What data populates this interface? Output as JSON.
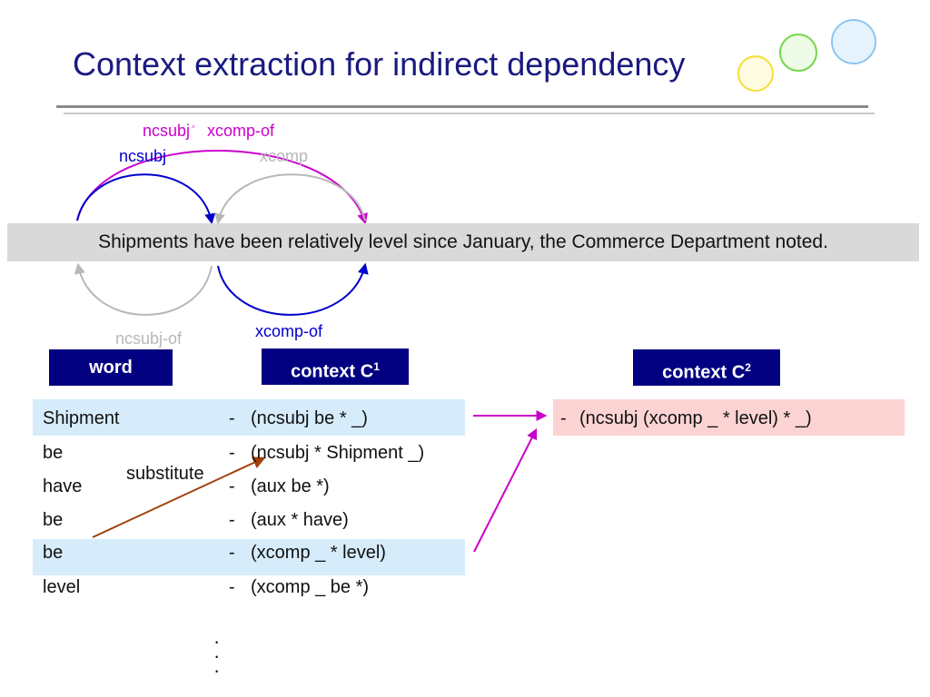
{
  "title": "Context extraction for indirect dependency",
  "sentence": "Shipments have been relatively level since January, the Commerce Department noted.",
  "arcs": {
    "combined_label_1": "ncsubj",
    "combined_sep": "◦",
    "combined_label_2": "xcomp-of",
    "ncsubj": "ncsubj",
    "xcomp": "xcomp",
    "ncsubj_of": "ncsubj-of",
    "xcomp_of": "xcomp-of"
  },
  "headers": {
    "word": "word",
    "context_c1": "context C",
    "context_c1_sup": "1",
    "context_c2": "context C",
    "context_c2_sup": "2"
  },
  "rows": [
    {
      "word": "Shipment",
      "dash": "-",
      "context": "(ncsubj be * _)",
      "highlight": true
    },
    {
      "word": "be",
      "dash": "-",
      "context": "(ncsubj * Shipment _)",
      "highlight": false
    },
    {
      "word": "have",
      "dash": "-",
      "context": "(aux be *)",
      "highlight": false
    },
    {
      "word": "be",
      "dash": "-",
      "context": "(aux * have)",
      "highlight": false
    },
    {
      "word": "be",
      "dash": "-",
      "context": "(xcomp _ * level)",
      "highlight": true
    },
    {
      "word": "level",
      "dash": "-",
      "context": "(xcomp _ be *)",
      "highlight": false
    }
  ],
  "substitute_label": "substitute",
  "c2": {
    "dash": "-",
    "context": "(ncsubj (xcomp _ * level) * _)"
  },
  "ellipsis": [
    "·",
    "·",
    "·"
  ],
  "colors": {
    "title": "#1a1a80",
    "header_bg": "#000080",
    "row_highlight": "#d6ecfb",
    "c2_bg": "#fbd3d3",
    "magenta": "#cc00cc",
    "blue": "#0000cc",
    "gray": "#b8b8b8",
    "brown": "#a0400a",
    "circle_yellow": "#f2e032",
    "circle_green": "#74d84a",
    "circle_blue": "#8cc6ee"
  }
}
